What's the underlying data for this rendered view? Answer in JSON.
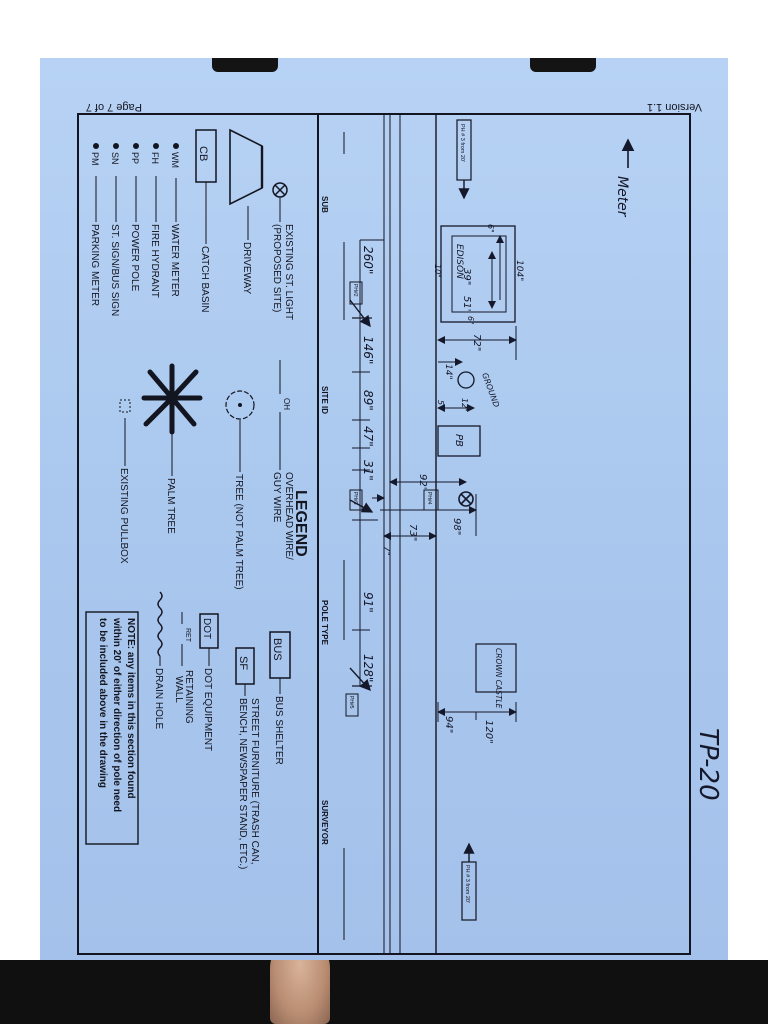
{
  "header": {
    "page_number": "Page 7 of 7",
    "version": "Version 1.1",
    "handwritten_id": "TP-20",
    "meter_arrow_note": "Meter"
  },
  "strip": {
    "column_labels": [
      "SUB",
      "SITE ID",
      "POLE TYPE",
      "SURVEYOR"
    ],
    "left_tag": "PH # 3 from 20'",
    "right_tag": "PH # 3 from 20'",
    "pole_tags": [
      "PH#2",
      "PH#3",
      "PH#4",
      "PH#5"
    ],
    "edison_label": "EDISON",
    "ground_label": "GROUND",
    "pb_label": "PB",
    "crown_castle_label": "CROWN CASTLE"
  },
  "measurements": {
    "m260": "260\"",
    "m146": "146\"",
    "m89": "89\"",
    "m47": "47\"",
    "m31": "31\"",
    "m91": "91\"",
    "m128": "128\"",
    "m72": "72\"",
    "m14": "14\"",
    "m5": "5\"",
    "m12": "12\"",
    "m92": "92\"",
    "m98": "98\"",
    "m73": "73\"",
    "m7": "7\"",
    "m94": "94\"",
    "m120": "120\"",
    "m6a": "6\"",
    "m6b": "6\"",
    "m10": "10\"",
    "m104": "104\"",
    "m39": "39\"",
    "m51": "51\""
  },
  "legend": {
    "title": "LEGEND",
    "existing_light": "EXISTING ST. LIGHT",
    "proposed_site": "(PROPOSED SITE)",
    "driveway": "DRIVEWAY",
    "cb_symbol": "CB",
    "catch_basin": "CATCH BASIN",
    "codes": [
      {
        "code": "WM",
        "label": "WATER METER"
      },
      {
        "code": "FH",
        "label": "FIRE HYDRANT"
      },
      {
        "code": "PP",
        "label": "POWER POLE"
      },
      {
        "code": "SN",
        "label": "ST. SIGN/BUS SIGN"
      },
      {
        "code": "PM",
        "label": "PARKING METER"
      }
    ],
    "oh_symbol": "OH",
    "overhead_wire": "OVERHEAD WIRE/",
    "guy_wire": "GUY WIRE",
    "tree": "TREE (NOT PALM TREE)",
    "palm_tree": "PALM TREE",
    "existing_pullbox": "EXISTING PULLBOX",
    "bus_symbol": "BUS",
    "bus_shelter": "BUS SHELTER",
    "sf_symbol": "SF",
    "street_furniture_1": "STREET FURNITURE (TRASH CAN,",
    "street_furniture_2": "BENCH, NEWSPAPER STAND, ETC.)",
    "dot_symbol": "DOT",
    "dot_equipment": "DOT EQUIPMENT",
    "ret_symbol": "RET",
    "retaining_1": "RETAINING",
    "retaining_2": "WALL",
    "drain_hole": "DRAIN HOLE",
    "note_1": "NOTE: any items in this section found",
    "note_2": "within 20' of either direction of pole need",
    "note_3": "to be included above in the drawing"
  },
  "colors": {
    "paper": "#aac8ee",
    "ink": "#131520",
    "background": "#ffffff"
  }
}
